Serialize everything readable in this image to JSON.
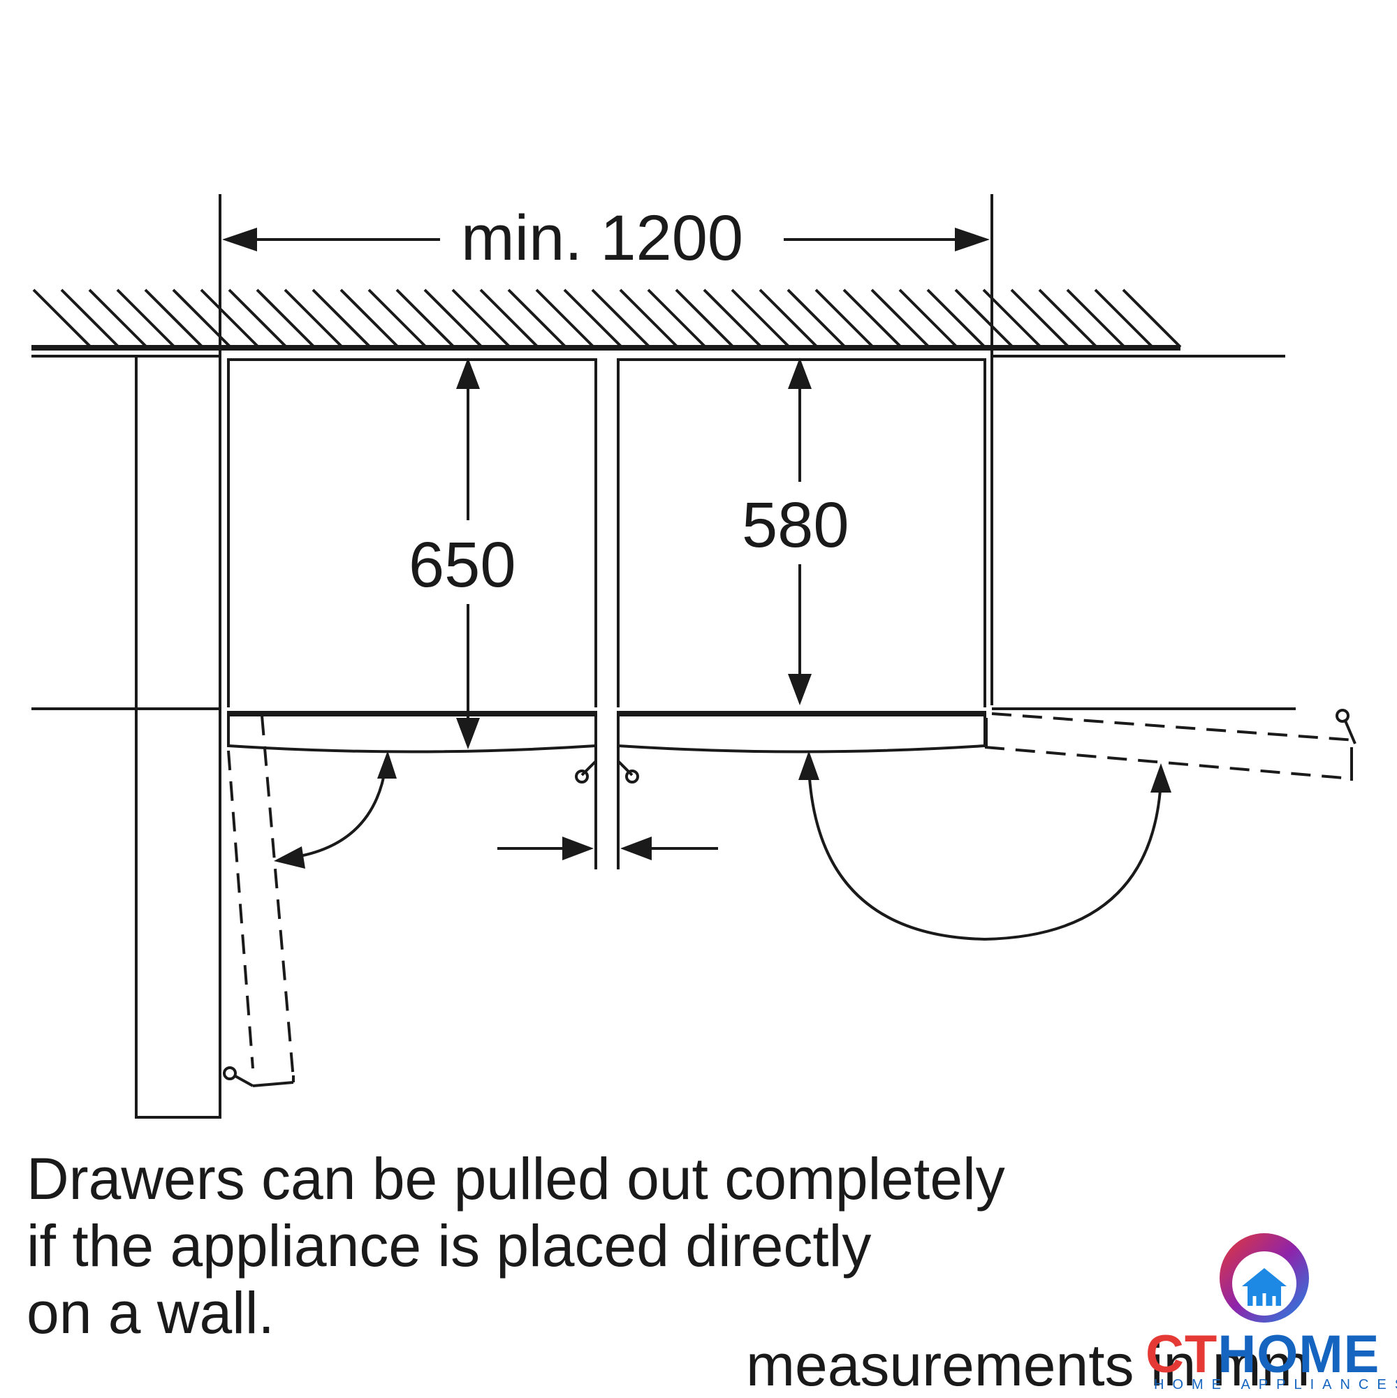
{
  "dimensions": {
    "width_label": "min. 1200",
    "depth_left_label": "650",
    "depth_right_label": "580"
  },
  "note": {
    "line1": "Drawers can be pulled out completely",
    "line2": "if the appliance is placed directly",
    "line3": "on a wall."
  },
  "unit_label": "measurements in mm",
  "logo": {
    "word_part1": "CT",
    "word_part2": "HOME",
    "tagline": "HOME APPLIANCES",
    "colors": {
      "red": "#e53935",
      "blue": "#1565c0"
    }
  }
}
